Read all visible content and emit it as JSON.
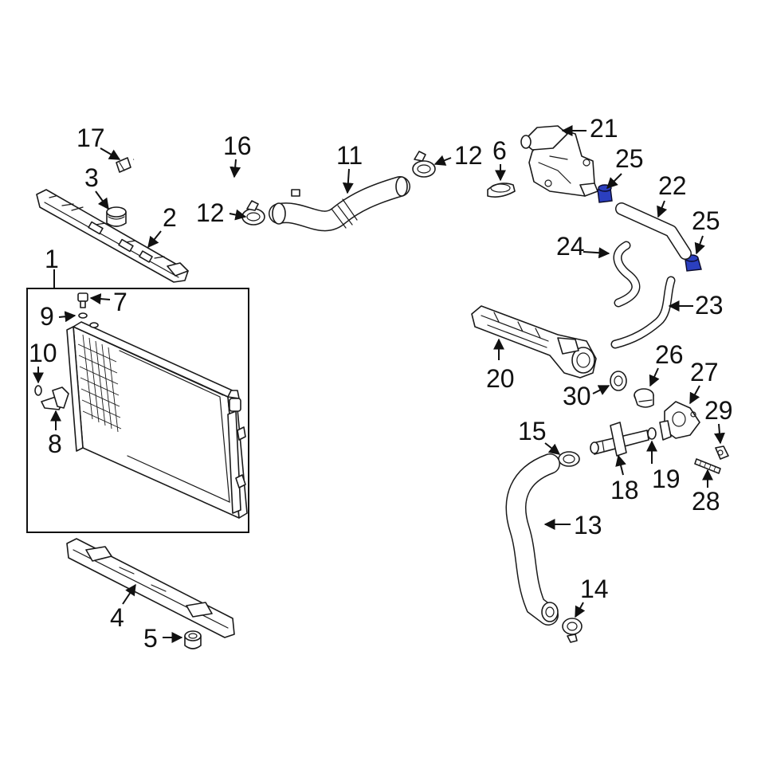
{
  "diagram": {
    "highlight_color": "#2b3fbf",
    "callouts": [
      {
        "id": "c1",
        "label": "1"
      },
      {
        "id": "c2",
        "label": "2"
      },
      {
        "id": "c3",
        "label": "3"
      },
      {
        "id": "c4",
        "label": "4"
      },
      {
        "id": "c5",
        "label": "5"
      },
      {
        "id": "c6",
        "label": "6"
      },
      {
        "id": "c7",
        "label": "7"
      },
      {
        "id": "c8",
        "label": "8"
      },
      {
        "id": "c9",
        "label": "9"
      },
      {
        "id": "c10",
        "label": "10"
      },
      {
        "id": "c11",
        "label": "11"
      },
      {
        "id": "c12a",
        "label": "12"
      },
      {
        "id": "c12b",
        "label": "12"
      },
      {
        "id": "c13",
        "label": "13"
      },
      {
        "id": "c14",
        "label": "14"
      },
      {
        "id": "c15",
        "label": "15"
      },
      {
        "id": "c16",
        "label": "16"
      },
      {
        "id": "c17",
        "label": "17"
      },
      {
        "id": "c18",
        "label": "18"
      },
      {
        "id": "c19",
        "label": "19"
      },
      {
        "id": "c20",
        "label": "20"
      },
      {
        "id": "c21",
        "label": "21"
      },
      {
        "id": "c22",
        "label": "22"
      },
      {
        "id": "c23",
        "label": "23"
      },
      {
        "id": "c24",
        "label": "24"
      },
      {
        "id": "c25a",
        "label": "25"
      },
      {
        "id": "c25b",
        "label": "25"
      },
      {
        "id": "c26",
        "label": "26"
      },
      {
        "id": "c27",
        "label": "27"
      },
      {
        "id": "c28",
        "label": "28"
      },
      {
        "id": "c29",
        "label": "29"
      },
      {
        "id": "c30",
        "label": "30"
      }
    ]
  }
}
